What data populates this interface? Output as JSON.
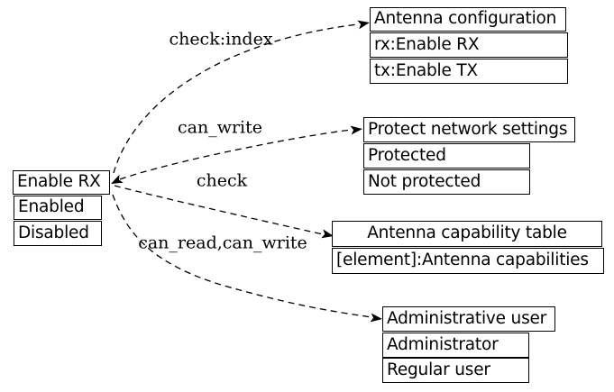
{
  "diagram": {
    "nodes": [
      {
        "id": "enable-rx",
        "title": "Enable RX",
        "rows": [
          "Enabled",
          "Disabled"
        ]
      },
      {
        "id": "antenna-configuration",
        "title": "Antenna configuration",
        "rows": [
          "rx:Enable RX",
          "tx:Enable TX"
        ]
      },
      {
        "id": "protect-network-settings",
        "title": "Protect network settings",
        "rows": [
          "Protected",
          "Not protected"
        ]
      },
      {
        "id": "antenna-capability-table",
        "title": "Antenna capability table",
        "rows": [
          "[element]:Antenna capabilities"
        ]
      },
      {
        "id": "administrative-user",
        "title": "Administrative user",
        "rows": [
          "Administrator",
          "Regular user"
        ]
      }
    ],
    "edges": [
      {
        "label": "check:index",
        "from": "Enable RX",
        "to": "Antenna configuration"
      },
      {
        "label": "can_write",
        "from": "Enable RX",
        "to": "Protect network settings"
      },
      {
        "label": "check",
        "from": "Protect network settings",
        "to": "Enable RX"
      },
      {
        "label": "can_read,can_write",
        "from": "Enable RX",
        "to": "Antenna capability table"
      },
      {
        "label": "",
        "from": "Enable RX",
        "to": "Administrative user"
      }
    ],
    "colors": {
      "line": "#000000",
      "background": "#ffffff",
      "text": "#000000"
    }
  }
}
